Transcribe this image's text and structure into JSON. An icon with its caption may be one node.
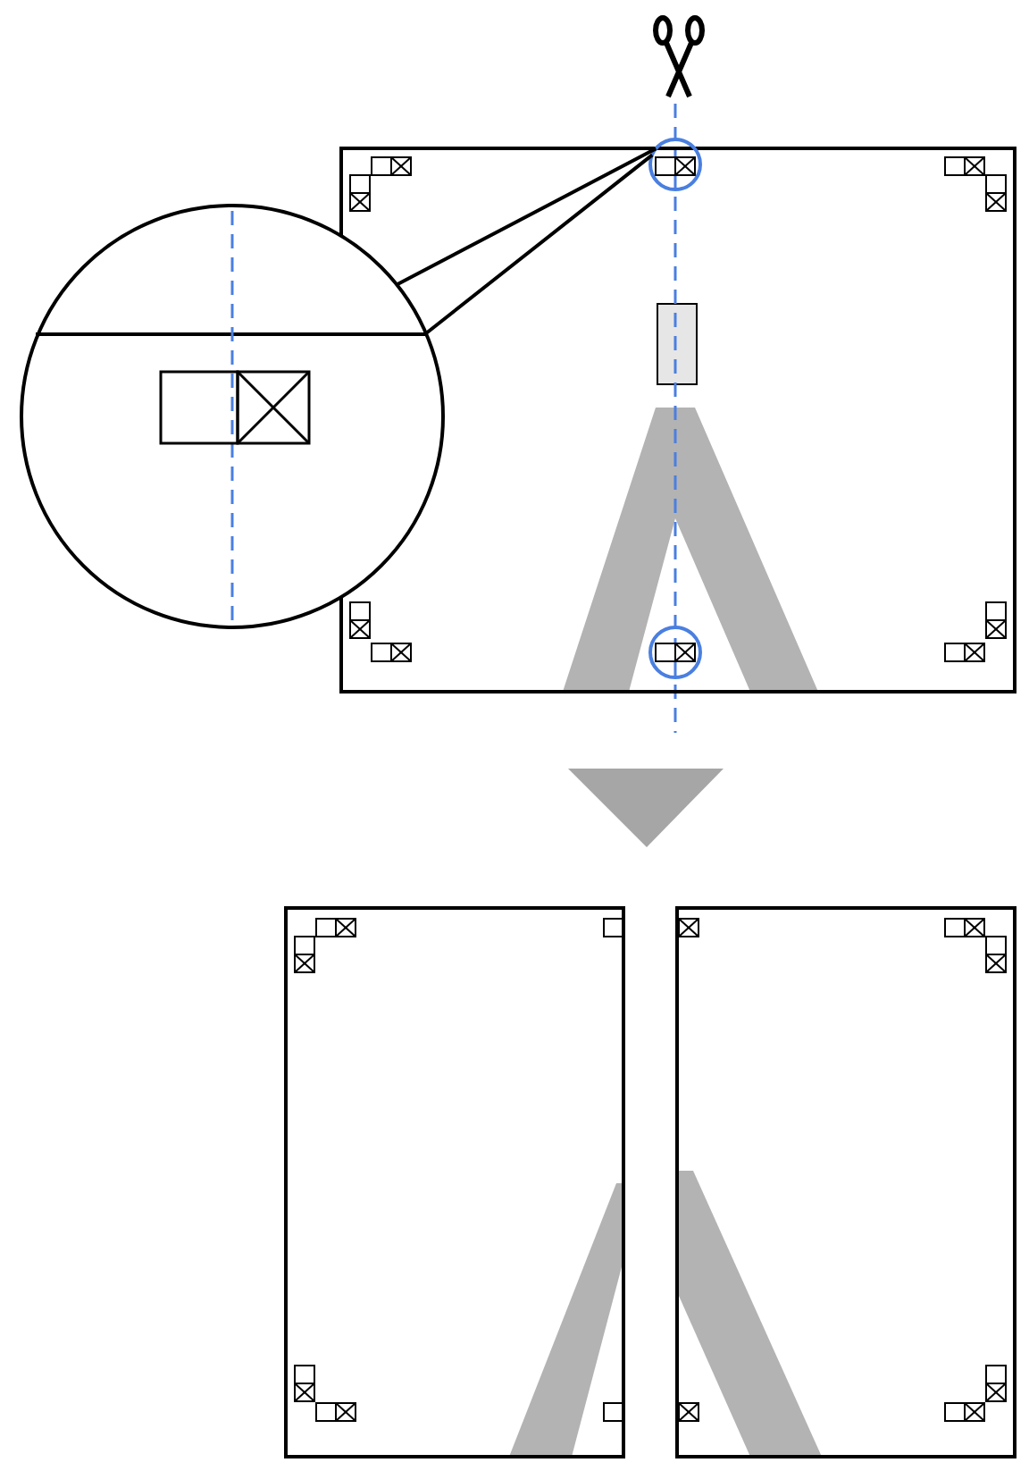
{
  "diagram": {
    "nodes": [
      {
        "text": [],
        "shape": "box"
      },
      {
        "text": [],
        "shape": "circle"
      },
      {
        "text": [],
        "shape": "circle"
      },
      {
        "text": [],
        "shape": "box"
      },
      {
        "text": [],
        "shape": "box"
      }
    ],
    "edges": [
      {
        "from": 2,
        "to": 1,
        "arrow": "none"
      },
      {
        "from": 0,
        "to": 3,
        "arrow": "to"
      },
      {
        "from": 0,
        "to": 4,
        "arrow": "to"
      }
    ]
  }
}
